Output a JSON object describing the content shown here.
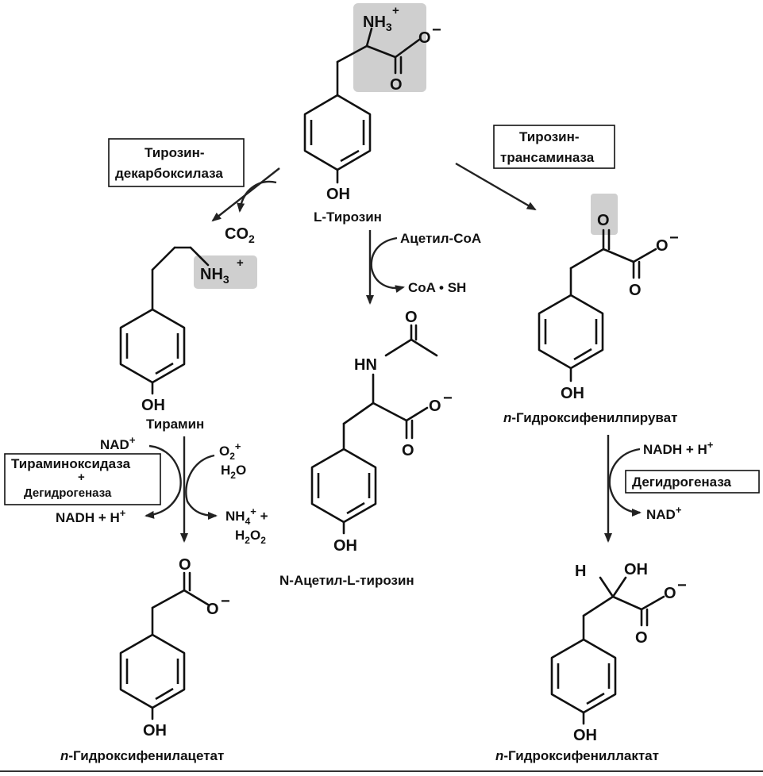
{
  "compounds": {
    "tyrosine": {
      "name": "L-Тирозин",
      "amino": "NH",
      "amino_sub": "3",
      "amino_sup": "+",
      "carboxyl_o": "O",
      "carboxyl_minus": "−",
      "carbonyl_o": "O",
      "oh": "OH"
    },
    "tyramine": {
      "name": "Тирамин",
      "amino": "NH",
      "amino_sub": "3",
      "amino_sup": "+",
      "oh": "OH"
    },
    "acetyltyrosine": {
      "name": "N-Ацетил-L-тирозин",
      "hn": "HN",
      "acetyl_o": "O",
      "carboxyl_o": "O",
      "carboxyl_minus": "−",
      "carbonyl_o": "O",
      "oh": "OH"
    },
    "hppyruvate": {
      "name_prefix": "n",
      "name": "-Гидроксифенилпируват",
      "keto_o": "O",
      "carboxyl_o": "O",
      "carboxyl_minus": "−",
      "carbonyl_o": "O",
      "oh": "OH"
    },
    "hpacetate": {
      "name_prefix": "n",
      "name": "-Гидроксифенилацетат",
      "carbonyl_o": "O",
      "carboxyl_o": "O",
      "carboxyl_minus": "−",
      "oh": "OH"
    },
    "hplactate": {
      "name_prefix": "n",
      "name": "-Гидроксифениллактат",
      "h": "H",
      "oh_alpha": "OH",
      "carboxyl_o": "O",
      "carboxyl_minus": "−",
      "carbonyl_o": "O",
      "oh": "OH"
    }
  },
  "enzymes": {
    "decarboxylase": {
      "line1": "Тирозин-",
      "line2": "декарбоксилаза"
    },
    "transaminase": {
      "line1": "Тирозин-",
      "line2": "трансаминаза"
    },
    "tyramine_oxidase": {
      "line1": "Тираминоксидаза",
      "line2": "+",
      "line3": "Дегидрогеназа"
    },
    "dehydrogenase": {
      "line1": "Дегидрогеназа"
    }
  },
  "cofactors": {
    "co2": "CO",
    "co2_sub": "2",
    "acetyl_coa": "Ацетил-CoA",
    "coa_sh": "CoA • SH",
    "nad_in": "NAD",
    "nad_in_sup": "+",
    "o2": "O",
    "o2_sub": "2",
    "o2_sup": "+",
    "h2o": "H",
    "h2o_sub": "2",
    "h2o_tail": "O",
    "nadh_out": "NADH + H",
    "nadh_out_sup": "+",
    "nh4": "NH",
    "nh4_sub": "4",
    "nh4_sup": "+",
    "nh4_tail": " +",
    "h2o2": "H",
    "h2o2_sub": "2",
    "h2o2_mid": "O",
    "h2o2_sub2": "2",
    "nadh_in_right": "NADH + H",
    "nadh_in_right_sup": "+",
    "nad_out_right": "NAD",
    "nad_out_right_sup": "+"
  }
}
